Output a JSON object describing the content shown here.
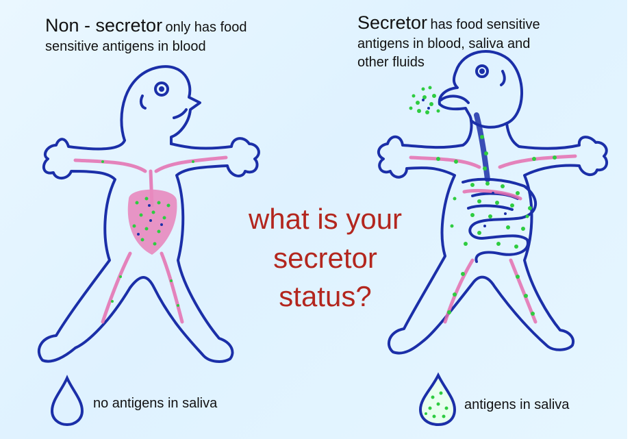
{
  "captions": {
    "left": {
      "title": "Non - secretor",
      "rest": "only has food",
      "line2": "sensitive antigens in blood"
    },
    "right": {
      "title": "Secretor",
      "rest": "has food sensitive",
      "line2": "antigens in blood, saliva and",
      "line3": "other fluids"
    }
  },
  "center_question": "what is your secretor status?",
  "legend": {
    "left": "no antigens in saliva",
    "right": "antigens in saliva"
  },
  "colors": {
    "outline": "#1b2fa8",
    "blood": "#e56fb0",
    "antigen": "#2ecc40",
    "question": "#b3261e",
    "background": "#e2f4ff"
  },
  "icons": {
    "left_drop": "water-drop-icon",
    "right_drop": "water-drop-with-antigens-icon"
  }
}
